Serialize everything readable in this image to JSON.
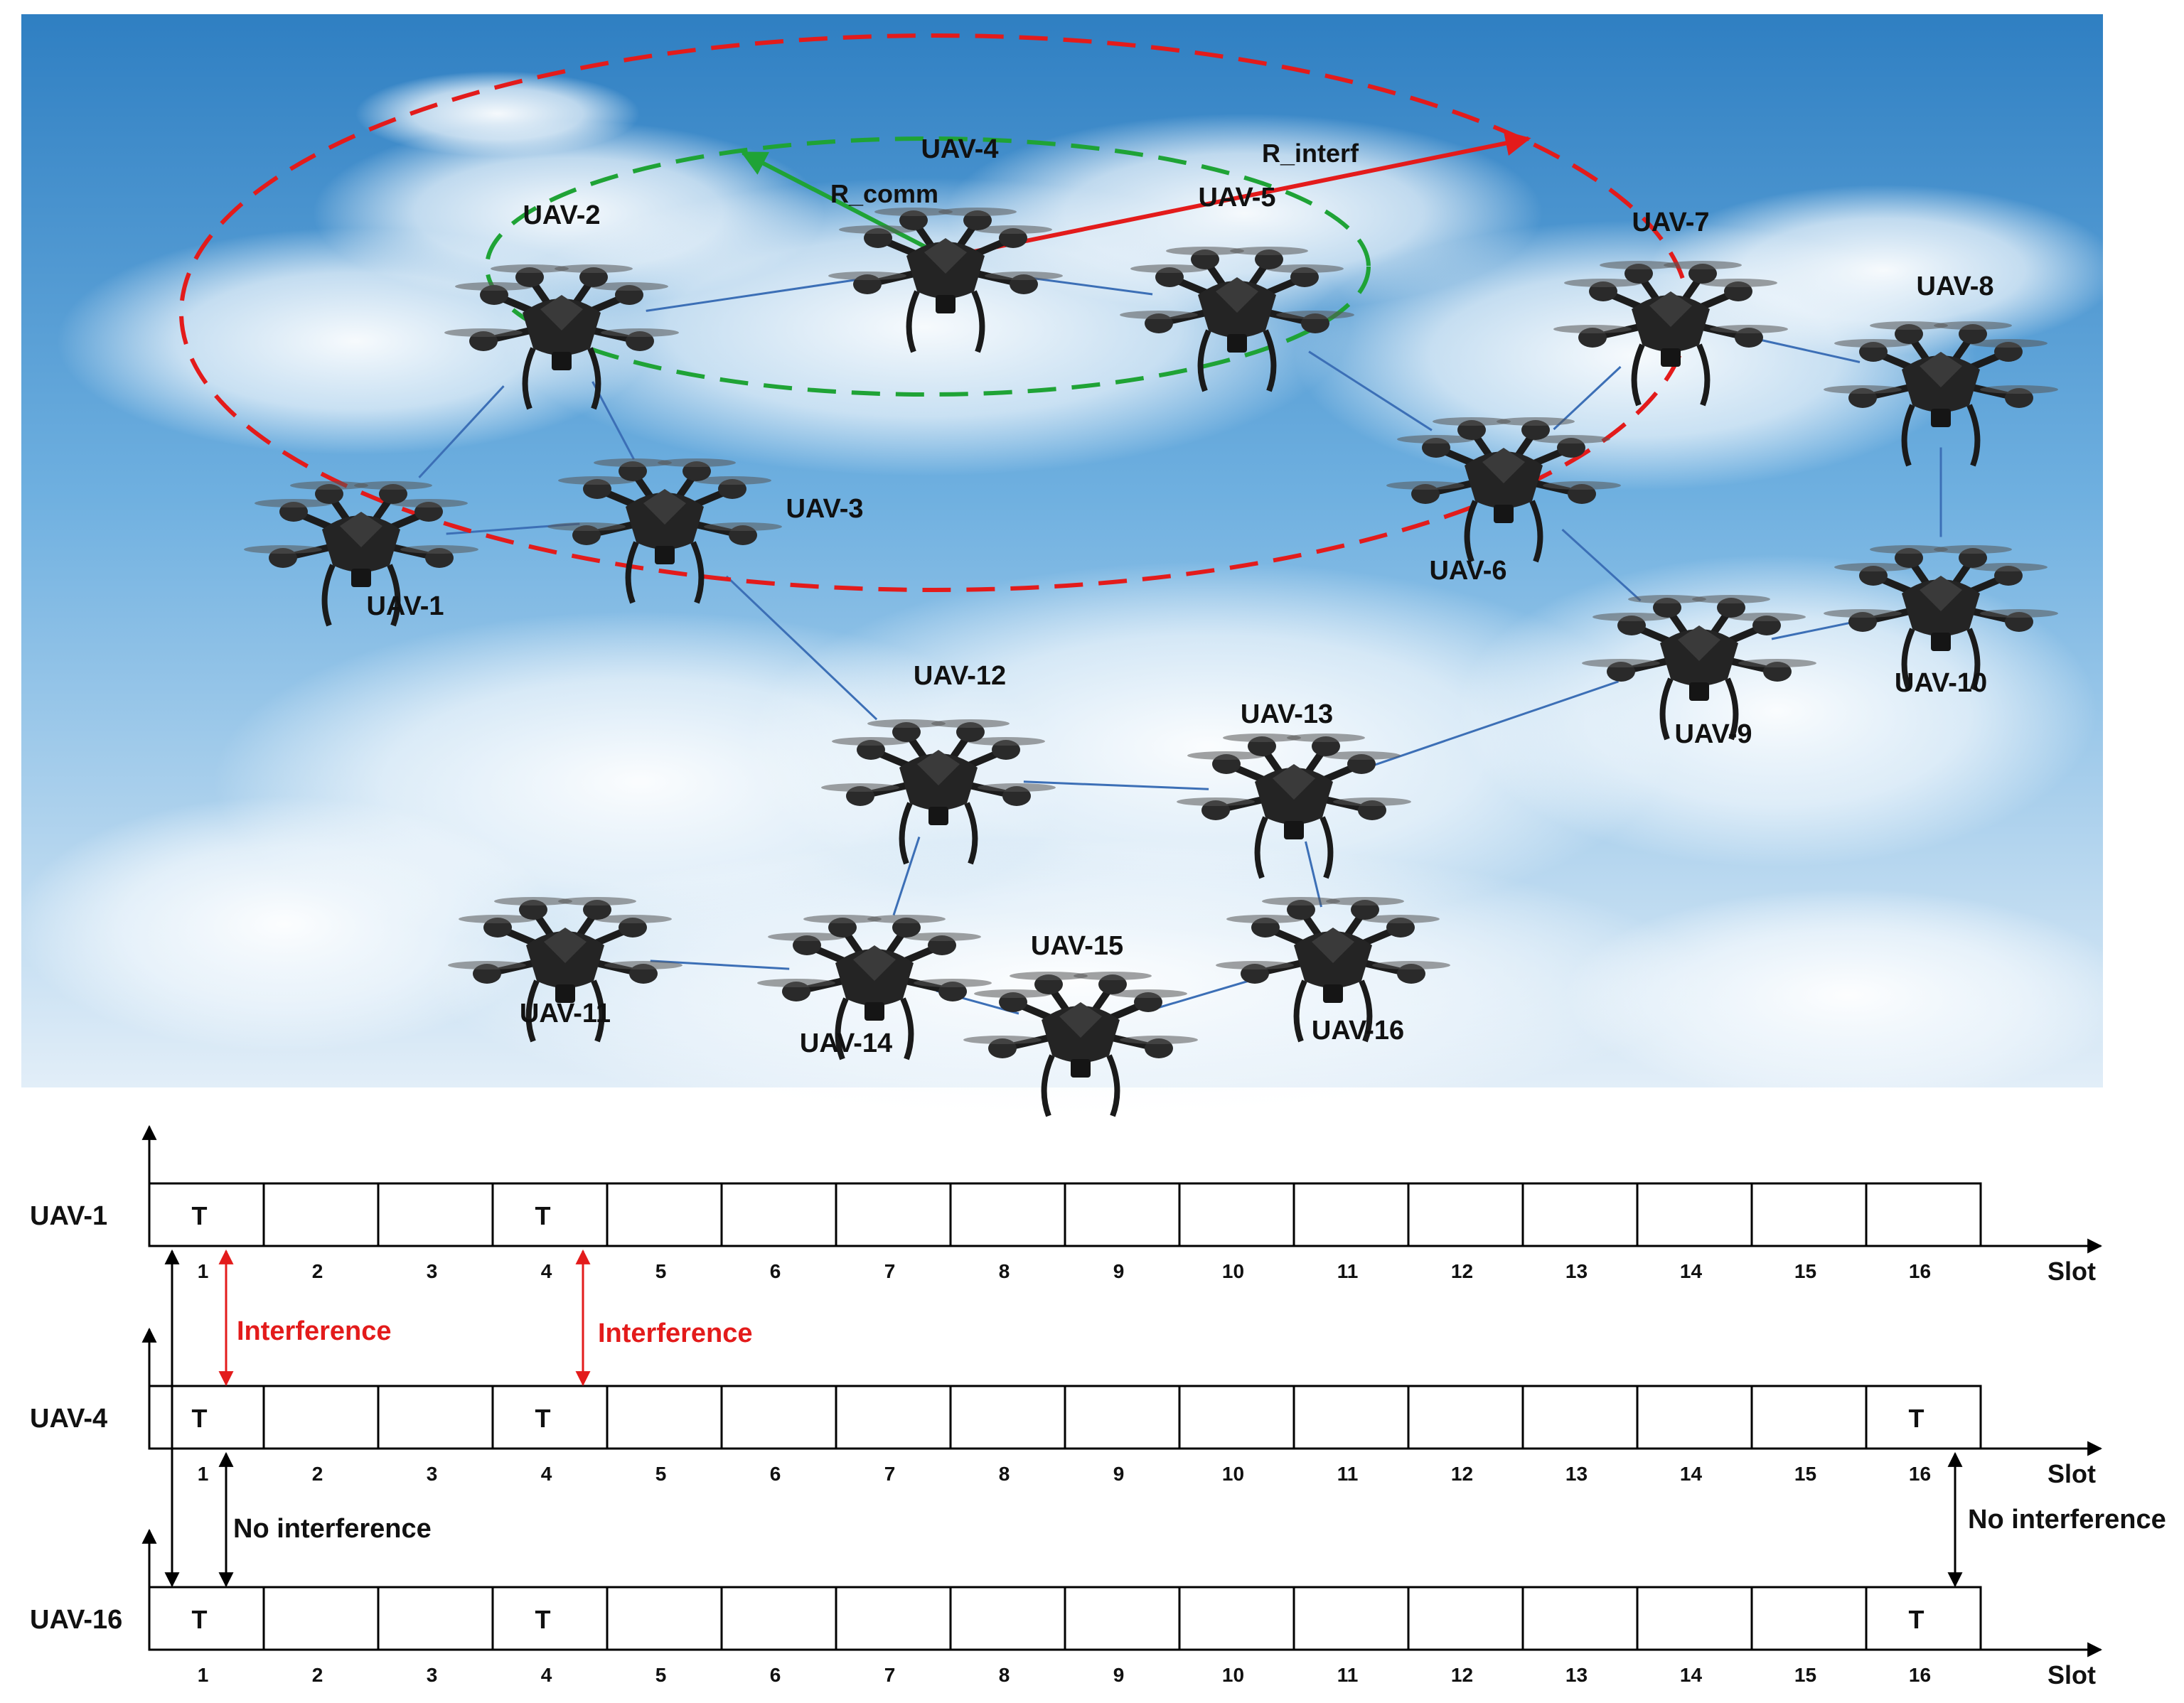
{
  "network": {
    "uavs": [
      {
        "id": "UAV-1",
        "label": "UAV-1"
      },
      {
        "id": "UAV-2",
        "label": "UAV-2"
      },
      {
        "id": "UAV-3",
        "label": "UAV-3"
      },
      {
        "id": "UAV-4",
        "label": "UAV-4"
      },
      {
        "id": "UAV-5",
        "label": "UAV-5"
      },
      {
        "id": "UAV-6",
        "label": "UAV-6"
      },
      {
        "id": "UAV-7",
        "label": "UAV-7"
      },
      {
        "id": "UAV-8",
        "label": "UAV-8"
      },
      {
        "id": "UAV-9",
        "label": "UAV-9"
      },
      {
        "id": "UAV-10",
        "label": "UAV-10"
      },
      {
        "id": "UAV-11",
        "label": "UAV-11"
      },
      {
        "id": "UAV-12",
        "label": "UAV-12"
      },
      {
        "id": "UAV-13",
        "label": "UAV-13"
      },
      {
        "id": "UAV-14",
        "label": "UAV-14"
      },
      {
        "id": "UAV-15",
        "label": "UAV-15"
      },
      {
        "id": "UAV-16",
        "label": "UAV-16"
      }
    ],
    "links": [
      [
        "UAV-1",
        "UAV-2"
      ],
      [
        "UAV-1",
        "UAV-3"
      ],
      [
        "UAV-2",
        "UAV-3"
      ],
      [
        "UAV-2",
        "UAV-4"
      ],
      [
        "UAV-4",
        "UAV-5"
      ],
      [
        "UAV-5",
        "UAV-6"
      ],
      [
        "UAV-6",
        "UAV-7"
      ],
      [
        "UAV-6",
        "UAV-9"
      ],
      [
        "UAV-7",
        "UAV-8"
      ],
      [
        "UAV-8",
        "UAV-10"
      ],
      [
        "UAV-9",
        "UAV-10"
      ],
      [
        "UAV-3",
        "UAV-12"
      ],
      [
        "UAV-12",
        "UAV-13"
      ],
      [
        "UAV-13",
        "UAV-9"
      ],
      [
        "UAV-12",
        "UAV-14"
      ],
      [
        "UAV-13",
        "UAV-16"
      ],
      [
        "UAV-11",
        "UAV-14"
      ],
      [
        "UAV-14",
        "UAV-15"
      ],
      [
        "UAV-15",
        "UAV-16"
      ]
    ],
    "r_comm_label": "R_comm",
    "r_interf_label": "R_interf",
    "colors": {
      "interference_range": "#e31b1b",
      "communication_range": "#1fa336",
      "link": "#3c6fb6",
      "sky_top": "#3a86c6",
      "sky_bottom": "#dcecf7"
    }
  },
  "timing": {
    "slots": [
      "1",
      "2",
      "3",
      "4",
      "5",
      "6",
      "7",
      "8",
      "9",
      "10",
      "11",
      "12",
      "13",
      "14",
      "15",
      "16"
    ],
    "slot_axis_label": "Slot",
    "transmit_mark": "T",
    "rows": [
      {
        "label": "UAV-1",
        "tx_slots": [
          1,
          4
        ]
      },
      {
        "label": "UAV-4",
        "tx_slots": [
          1,
          4,
          16
        ]
      },
      {
        "label": "UAV-16",
        "tx_slots": [
          1,
          4,
          16
        ]
      }
    ],
    "annotations": {
      "interference_1": "Interference",
      "interference_2": "Interference",
      "no_interference_1": "No interference",
      "no_interference_2": "No interference"
    },
    "colors": {
      "interference": "#e31b1b",
      "neutral": "#000000"
    }
  }
}
